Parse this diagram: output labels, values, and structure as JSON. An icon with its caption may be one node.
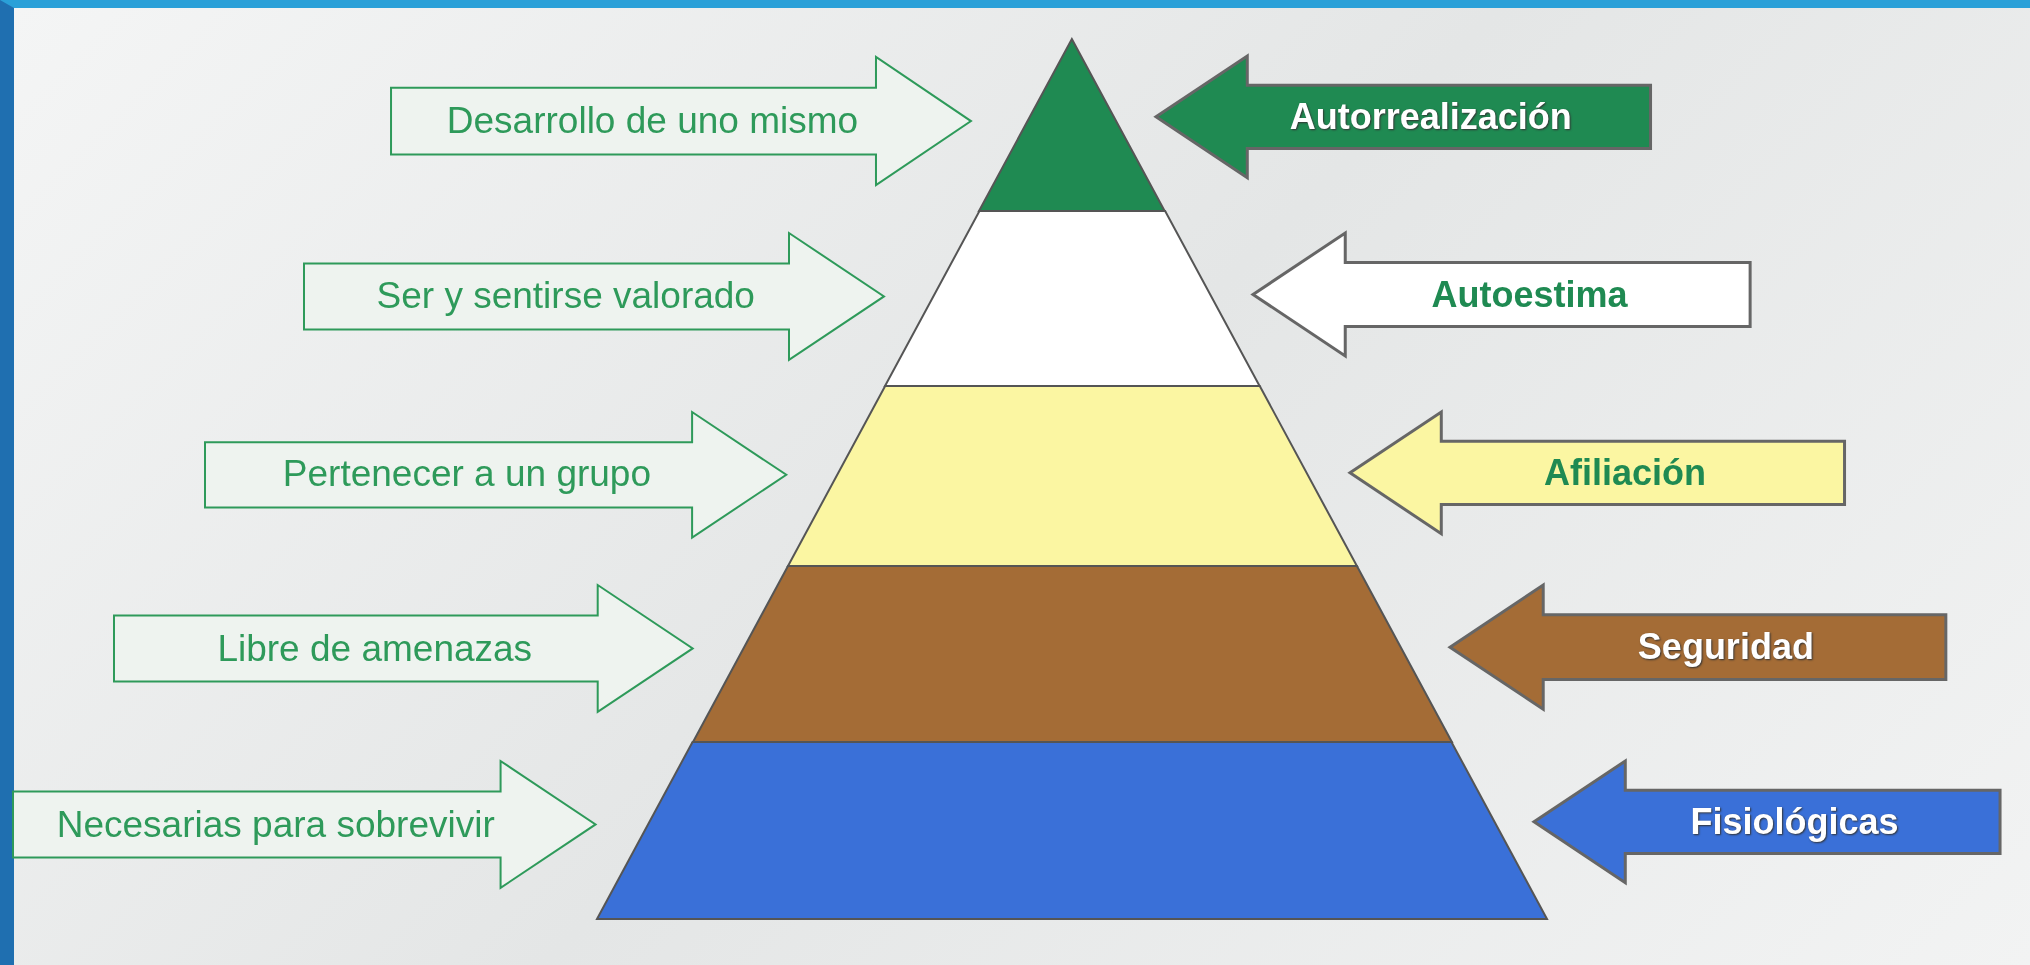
{
  "diagram": {
    "nodes": [
      {
        "text": [
          "Desarrollo de uno mismo"
        ]
      },
      {
        "text": [],
        "shape": "triangle"
      },
      {
        "text": [
          "Autorrealización"
        ]
      },
      {
        "text": [
          "Ser y sentirse valorado"
        ]
      },
      {
        "text": [],
        "shape": "trapezoid"
      },
      {
        "text": [
          "Autoestima"
        ]
      },
      {
        "text": [
          "Pertenecer a un grupo"
        ]
      },
      {
        "text": [],
        "shape": "trapezoid"
      },
      {
        "text": [
          "Afiliación"
        ]
      },
      {
        "text": [
          "Libre de amenazas"
        ]
      },
      {
        "text": [],
        "shape": "trapezoid"
      },
      {
        "text": [
          "Seguridad"
        ]
      },
      {
        "text": [
          "Necesarias para sobrevivir"
        ]
      },
      {
        "text": [],
        "shape": "trapezoid"
      },
      {
        "text": [
          "Fisiológicas"
        ]
      }
    ]
  }
}
